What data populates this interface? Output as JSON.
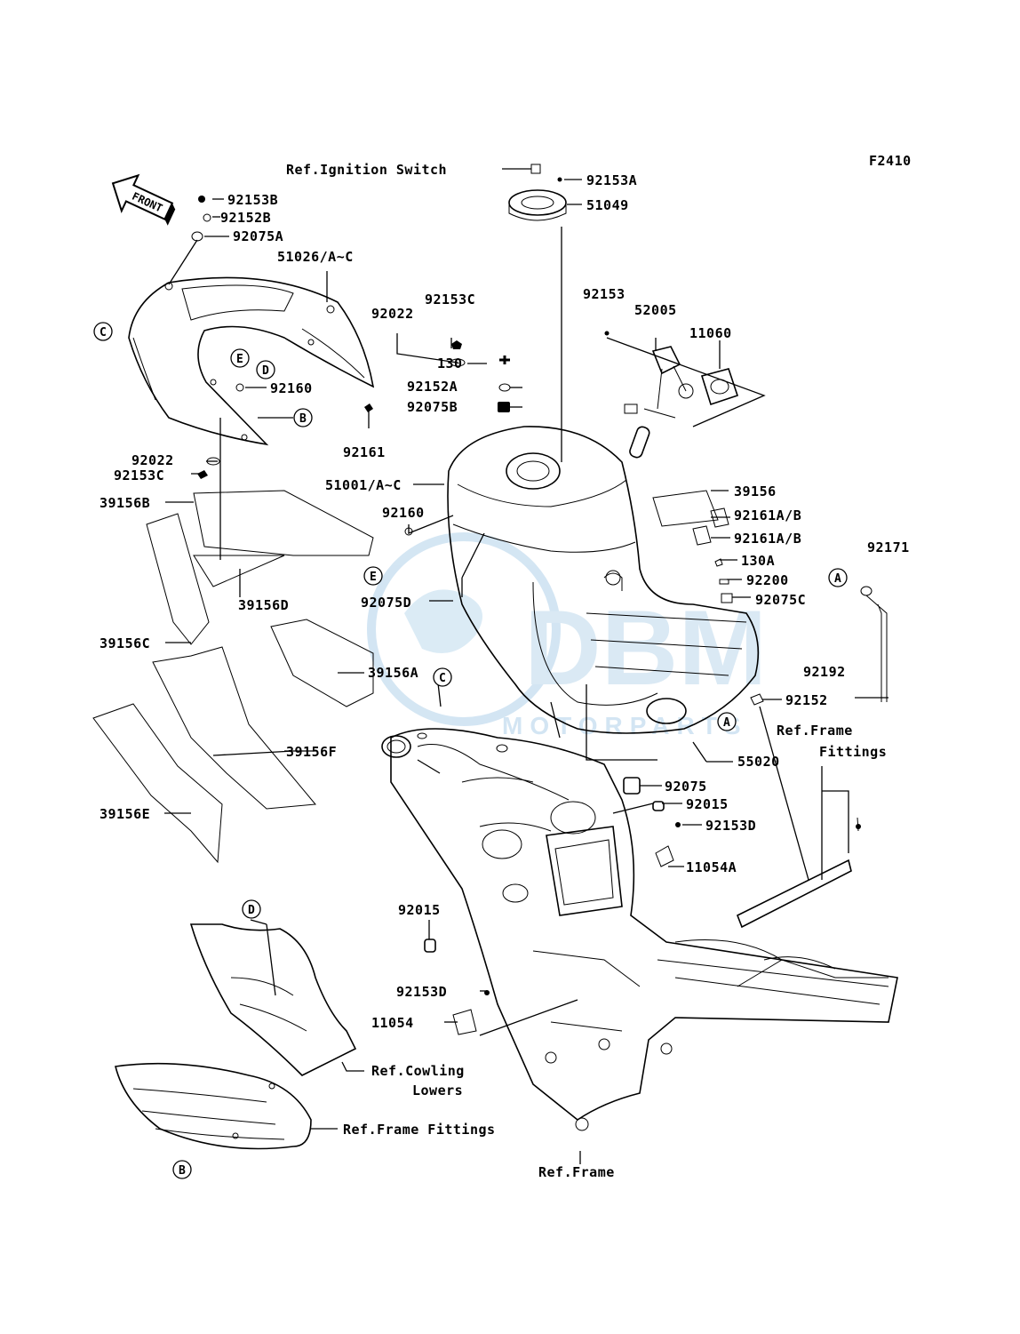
{
  "figure_code": "F2410",
  "front_marker": "FRONT",
  "watermark": {
    "text": "MOTORPARTS",
    "color": "#cfe3f2"
  },
  "part_labels": [
    "92153B",
    "92152B",
    "92075A",
    "51026/A~C",
    "92022",
    "92153C",
    "130",
    "92152A",
    "92075B",
    "92160",
    "92161",
    "92022",
    "92153C",
    "51001/A~C",
    "39156B",
    "92160",
    "39156D",
    "92075D",
    "39156C",
    "39156A",
    "39156F",
    "39156E",
    "92153A",
    "51049",
    "92153",
    "52005",
    "11060",
    "39156",
    "92161A/B",
    "92161A/B",
    "130A",
    "92200",
    "92075C",
    "92171",
    "92192",
    "92152",
    "55020",
    "92075",
    "92015",
    "92153D",
    "11054A",
    "92015",
    "92153D",
    "11054"
  ],
  "ref_labels": [
    "Ref.Ignition Switch",
    "Ref.Frame",
    "Fittings",
    "Ref.Cowling",
    "Lowers",
    "Ref.Frame Fittings",
    "Ref.Frame"
  ],
  "callouts": [
    "C",
    "E",
    "D",
    "B",
    "E",
    "C",
    "A",
    "A",
    "D",
    "B"
  ]
}
